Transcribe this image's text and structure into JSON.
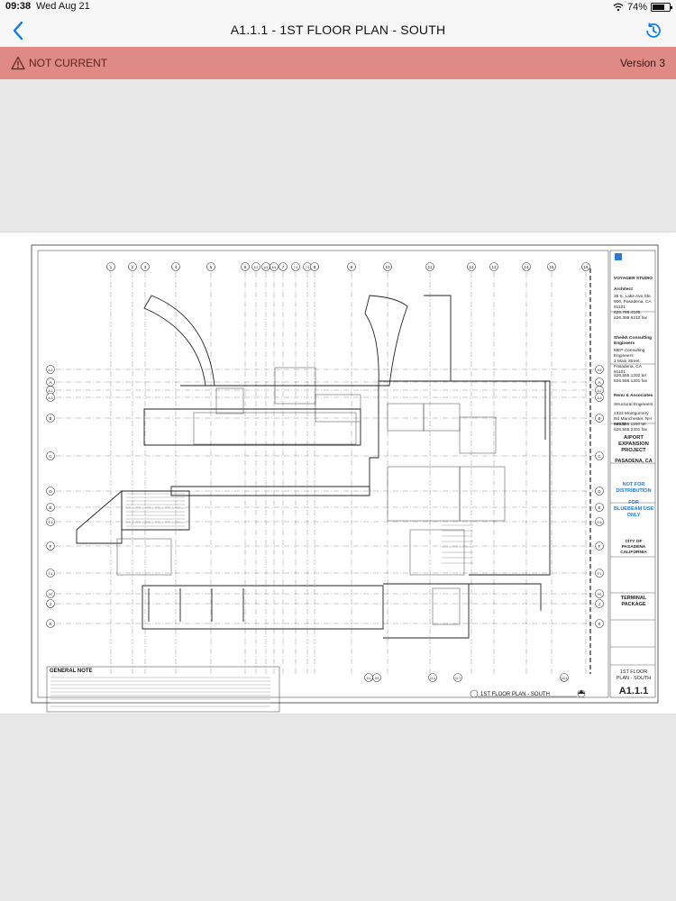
{
  "status_bar": {
    "time": "09:38",
    "date": "Wed Aug 21",
    "battery": "74%",
    "battery_level": 0.74
  },
  "nav": {
    "title": "A1.1.1 - 1ST FLOOR PLAN - SOUTH"
  },
  "banner": {
    "status": "NOT CURRENT",
    "version": "Version 3"
  },
  "sheet": {
    "column_grid_labels": [
      "1",
      "2",
      "3",
      "4",
      "5",
      "6",
      "6.2",
      "6.5",
      "6.6",
      "7",
      "7.4",
      "7.6",
      "8",
      "9",
      "10",
      "11",
      "12",
      "13",
      "14",
      "15",
      "16"
    ],
    "row_grid_labels": [
      "A.5",
      "A",
      "A.2",
      "A.3",
      "B",
      "C",
      "D",
      "E",
      "E.6",
      "F",
      "F.1",
      "H",
      "J",
      "K"
    ],
    "bottom_grid_labels": [
      "9.4",
      "9.6",
      "11.2",
      "11.7",
      "15.4"
    ],
    "drawing_title": "1ST FLOOR PLAN - SOUTH",
    "general_note_title": "GENERAL NOTE",
    "title_block": {
      "architect_name": "VOYAGER STUDIO",
      "architect_role": "Architect",
      "architect_address": "35 S. Lake Ave,Ste 900, Pasadena, CA 91101",
      "architect_phone": "626.786.4100",
      "architect_fax": "626.398.9210 fax",
      "mep_name": "Sheikh Consulting Engineers",
      "mep_role": "MEP Consulting Engineers",
      "mep_address": "1 Main Street Pasadena, CA 91101",
      "mep_phone": "626.555.1202 tel",
      "mep_fax": "626.555.1201 fax",
      "struct_name": "Renu & Associates",
      "struct_role": "Structural Engineers",
      "struct_address": "2323 Montgomery Rd Manchester, NH 06930",
      "struct_phone": "626.555.1100 tel",
      "struct_fax": "626.555.2201 fax",
      "project_name": "AIPORT EXPANSION PROJECT",
      "project_city": "PASADENA, CA",
      "distribution_1": "NOT FOR DISTRIBUTION",
      "distribution_2": "FOR BLUEBEAM USE ONLY",
      "client": "CITY OF PASADENA CALIFORNIA",
      "package": "TERMINAL PACKAGE",
      "sheet_name": "1ST FLOOR PLAN - SOUTH",
      "sheet_number": "A1.1.1"
    }
  }
}
